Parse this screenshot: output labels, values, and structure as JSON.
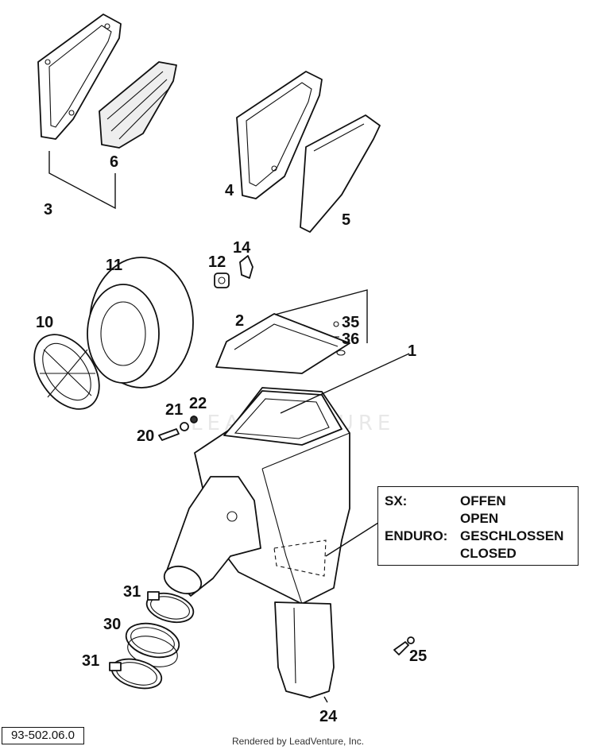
{
  "callouts": [
    {
      "id": "c3",
      "label": "3"
    },
    {
      "id": "c6",
      "label": "6"
    },
    {
      "id": "c4",
      "label": "4"
    },
    {
      "id": "c5",
      "label": "5"
    },
    {
      "id": "c11",
      "label": "11"
    },
    {
      "id": "c12",
      "label": "12"
    },
    {
      "id": "c14",
      "label": "14"
    },
    {
      "id": "c10",
      "label": "10"
    },
    {
      "id": "c2",
      "label": "2"
    },
    {
      "id": "c35",
      "label": "35"
    },
    {
      "id": "c36",
      "label": "36"
    },
    {
      "id": "c1",
      "label": "1"
    },
    {
      "id": "c21",
      "label": "21"
    },
    {
      "id": "c22",
      "label": "22"
    },
    {
      "id": "c20",
      "label": "20"
    },
    {
      "id": "c31a",
      "label": "31"
    },
    {
      "id": "c30",
      "label": "30"
    },
    {
      "id": "c31b",
      "label": "31"
    },
    {
      "id": "c25",
      "label": "25"
    },
    {
      "id": "c24",
      "label": "24"
    }
  ],
  "legend": {
    "row1_key": "SX:",
    "row1_val": "OFFEN",
    "row2_val": "OPEN",
    "row3_key": "ENDURO:",
    "row3_val": "GESCHLOSSEN",
    "row4_val": "CLOSED"
  },
  "reference": "93-502.06.0",
  "watermark": "LEADVENTURE",
  "footer": "Rendered by LeadVenture, Inc."
}
